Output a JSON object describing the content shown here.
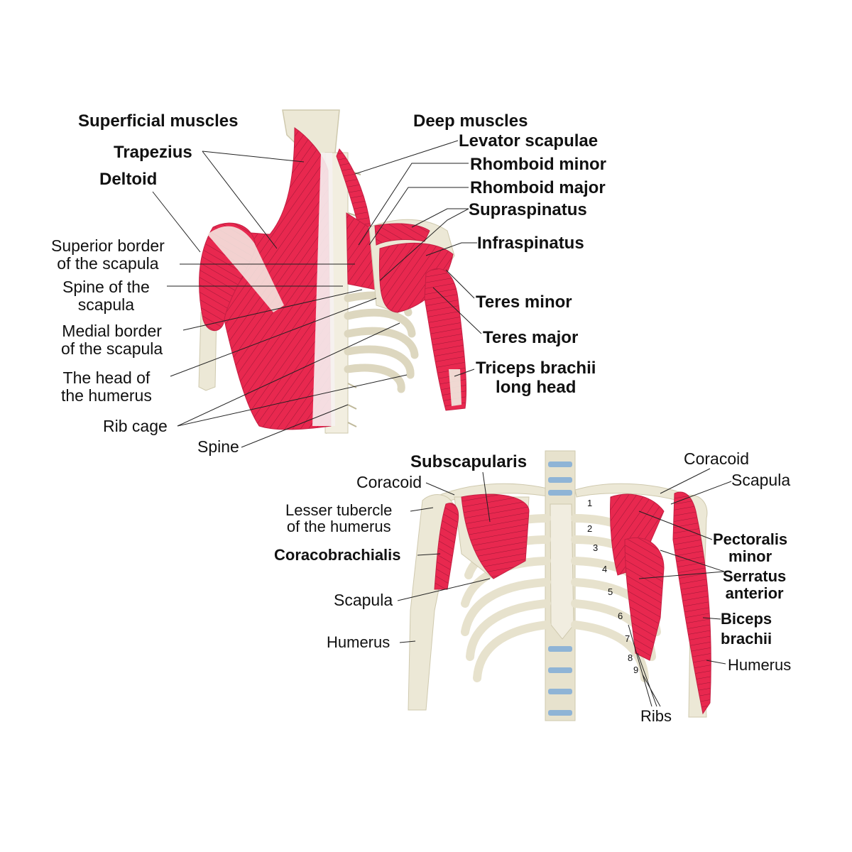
{
  "back_view": {
    "labels": {
      "superficial_muscles": "Superficial muscles",
      "trapezius": "Trapezius",
      "deltoid": "Deltoid",
      "superior_border": "Superior border\nof the scapula",
      "spine_of_scapula": "Spine of the\nscapula",
      "medial_border": "Medial border\nof the scapula",
      "head_of_humerus": "The head of\nthe humerus",
      "rib_cage": "Rib cage",
      "spine": "Spine",
      "deep_muscles": "Deep muscles",
      "levator_scapulae": "Levator scapulae",
      "rhomboid_minor": "Rhomboid minor",
      "rhomboid_major": "Rhomboid major",
      "supraspinatus": "Supraspinatus",
      "infraspinatus": "Infraspinatus",
      "teres_minor": "Teres minor",
      "teres_major": "Teres major",
      "triceps": "Triceps brachii\nlong head"
    }
  },
  "front_view": {
    "labels": {
      "subscapularis": "Subscapularis",
      "coracoid_left": "Coracoid",
      "lesser_tubercle": "Lesser tubercle\nof the humerus",
      "coracobrachialis": "Coracobrachialis",
      "scapula_left": "Scapula",
      "humerus_left": "Humerus",
      "coracoid_right": "Coracoid",
      "scapula_right": "Scapula",
      "pectoralis_minor": "Pectoralis\nminor",
      "serratus_anterior": "Serratus\nanterior",
      "biceps_brachii": "Biceps\nbrachii",
      "humerus_right": "Humerus",
      "ribs": "Ribs"
    },
    "rib_numbers": [
      "1",
      "2",
      "3",
      "4",
      "5",
      "6",
      "7",
      "8",
      "9"
    ]
  },
  "colors": {
    "muscle": "#e8284f",
    "muscle_line": "#7a0f25",
    "bone": "#ece8d6",
    "bone_shade": "#cfc9ae",
    "leader": "#222222"
  }
}
